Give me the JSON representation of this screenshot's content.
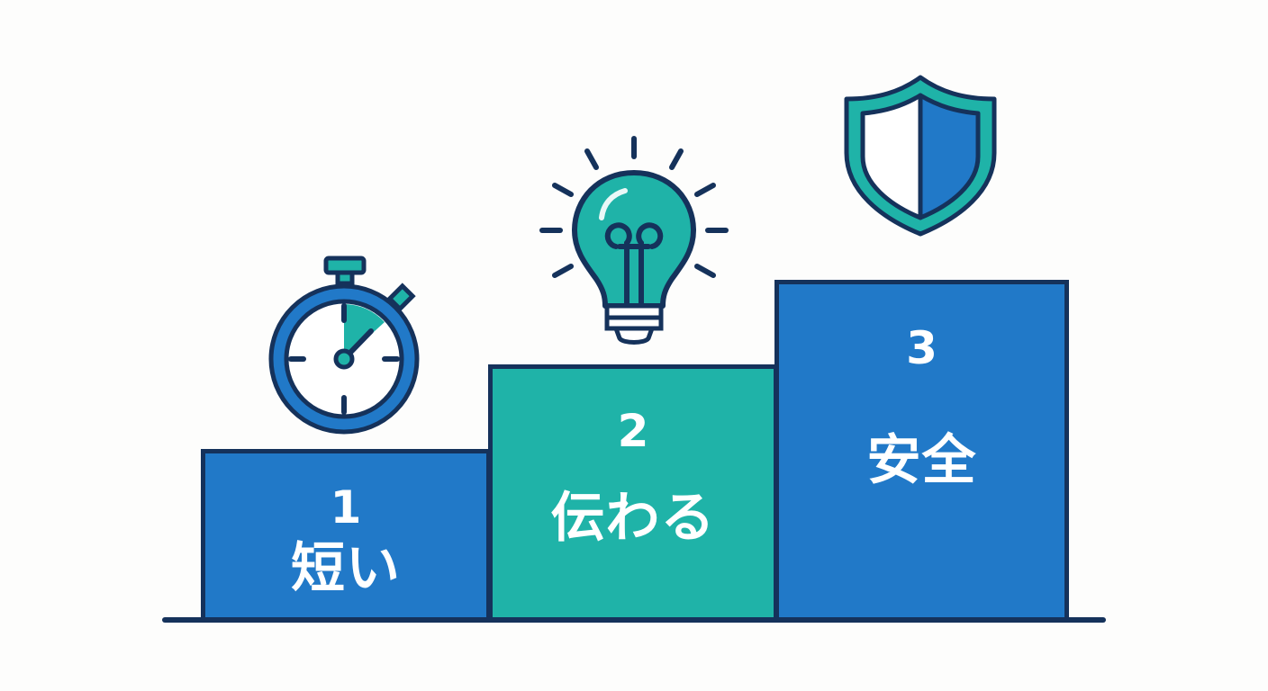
{
  "diagram": {
    "type": "podium-steps",
    "colors": {
      "blue": "#2179c8",
      "teal": "#1fb3a8",
      "outline": "#15325b",
      "background": "#fdfdfc",
      "text": "#ffffff"
    },
    "steps": [
      {
        "number": "1",
        "label": "短い",
        "icon": "stopwatch-icon",
        "color": "#2179c8"
      },
      {
        "number": "2",
        "label": "伝わる",
        "icon": "lightbulb-icon",
        "color": "#1fb3a8"
      },
      {
        "number": "3",
        "label": "安全",
        "icon": "shield-icon",
        "color": "#2179c8"
      }
    ]
  }
}
